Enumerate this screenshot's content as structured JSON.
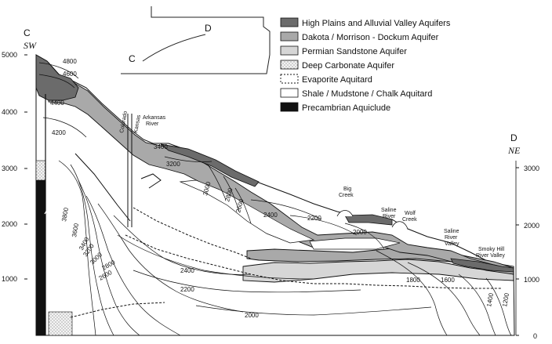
{
  "cross_section": {
    "start_letter": "C",
    "start_direction": "SW",
    "end_letter": "D",
    "end_direction": "NE",
    "left_axis_ticks": [
      "5000",
      "4000",
      "3000",
      "2000",
      "1000"
    ],
    "right_axis_ticks": [
      "3000",
      "2000",
      "1000",
      "0"
    ]
  },
  "inset_map": {
    "start_letter": "C",
    "end_letter": "D"
  },
  "legend": {
    "items": [
      {
        "label": "High Plains and Alluvial Valley Aquifers",
        "fill": "#6b6b6b"
      },
      {
        "label": "Dakota / Morrison - Dockum Aquifer",
        "fill": "#a9a9a9"
      },
      {
        "label": "Permian Sandstone Aquifer",
        "fill": "#d6d6d6"
      },
      {
        "label": "Deep Carbonate Aquifer",
        "fill": "#eeeeee"
      },
      {
        "label": "Evaporite Aquitard",
        "fill": "#ffffff"
      },
      {
        "label": "Shale / Mudstone / Chalk Aquitard",
        "fill": "#ffffff"
      },
      {
        "label": "Precambrian Aquiclude",
        "fill": "#111111"
      }
    ]
  },
  "places": {
    "colorado": "Colorado",
    "kansas": "Kansas",
    "arkansas_1": "Arkansas",
    "arkansas_2": "River",
    "big_creek_1": "Big",
    "big_creek_2": "Creek",
    "saline_1": "Saline",
    "saline_2": "River",
    "wolf_1": "Wolf",
    "wolf_2": "Creek",
    "saline_valley_1": "Saline",
    "saline_valley_2": "River",
    "saline_valley_3": "Valley",
    "smoky_1": "Smoky Hill",
    "smoky_2": "River Valley"
  },
  "contours": {
    "c4800": "4800",
    "c4600": "4600",
    "c4400": "4400",
    "c4200": "4200",
    "c3400_top": "3400",
    "c3200_top": "3200",
    "c3000": "3000",
    "c2800": "2800",
    "c2600": "2600",
    "c2400": "2400",
    "c2200": "2200",
    "c2000": "2000",
    "l3800": "3800",
    "l3600": "3600",
    "l3400": "3400",
    "l3200": "3200",
    "l3000": "3000",
    "l2800": "2800",
    "l2600": "2600",
    "b2400": "2400",
    "b2200": "2200",
    "b2000": "2000",
    "r1800": "1800",
    "r1600": "1600",
    "r1400": "1400",
    "r1200": "1200"
  },
  "colors": {
    "high_plains": "#6b6b6b",
    "dakota": "#a9a9a9",
    "permian": "#d6d6d6",
    "carbonate": "#eeeeee",
    "precambrian": "#111111"
  }
}
